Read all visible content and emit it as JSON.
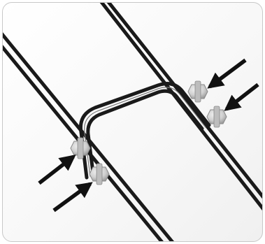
{
  "figure": {
    "subject": "wire-rack-assembly",
    "colors": {
      "wire": "#1a1a1a",
      "wire_highlight": "#7a7a7a",
      "clip": "#cfcfcf",
      "clip_shadow": "#9a9a9a",
      "arrow": "#111111",
      "border": "#c8c8c8"
    },
    "clips_count": 4,
    "arrows_count": 4
  }
}
